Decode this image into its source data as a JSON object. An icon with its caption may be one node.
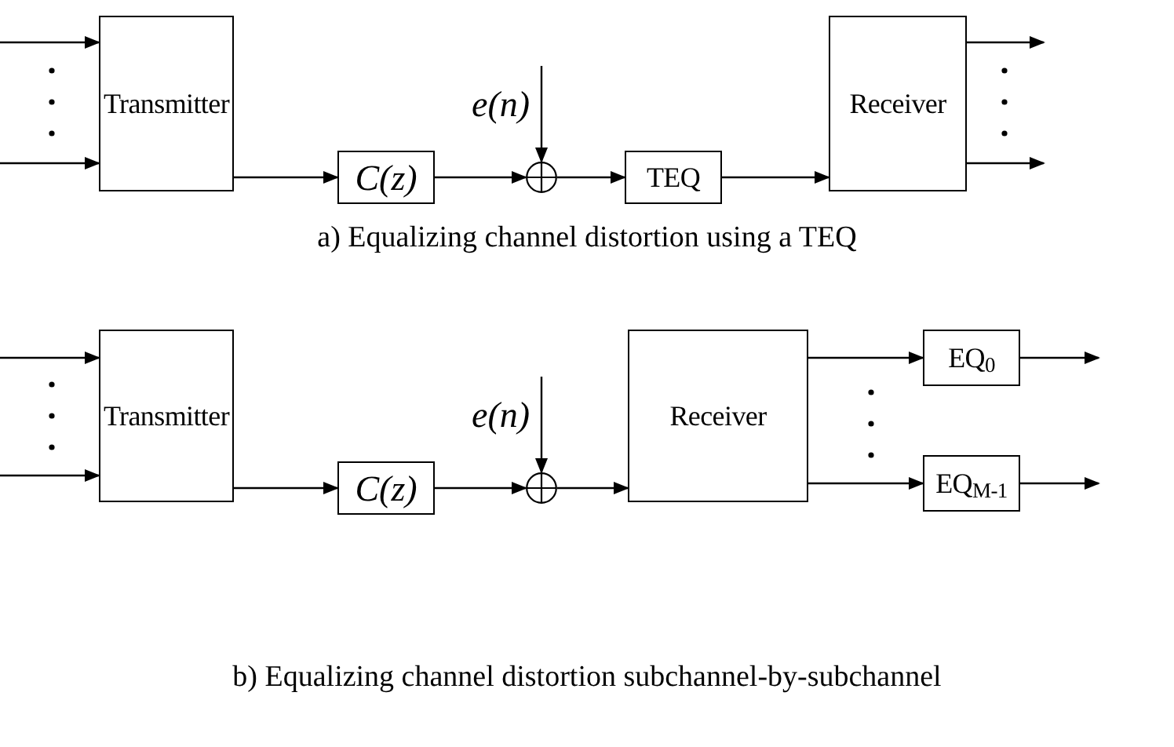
{
  "diagram": {
    "nodes": [
      {
        "text": [
          "Transmitter"
        ]
      },
      {
        "text": [
          "C(z)"
        ]
      },
      {
        "text": [],
        "shape": "circle"
      },
      {
        "text": [
          "e(n)"
        ]
      },
      {
        "text": [
          "TEQ"
        ]
      },
      {
        "text": [
          "Receiver"
        ]
      },
      {
        "text": [
          "Transmitter"
        ]
      },
      {
        "text": [
          "C(z)"
        ]
      },
      {
        "text": [],
        "shape": "circle"
      },
      {
        "text": [
          "e(n)"
        ]
      },
      {
        "text": [
          "Receiver"
        ]
      },
      {
        "text": [
          "EQ$_{0}$"
        ]
      },
      {
        "text": [
          "EQ$_{M-1}$"
        ]
      }
    ],
    "edges": [
      {
        "from": null,
        "to": 0,
        "arrow": "to"
      },
      {
        "from": null,
        "to": 0,
        "arrow": "to"
      },
      {
        "from": 0,
        "to": 1,
        "arrow": "to"
      },
      {
        "from": 1,
        "to": 2,
        "arrow": "to"
      },
      {
        "from": 3,
        "to": 2,
        "arrow": "to"
      },
      {
        "from": 2,
        "to": 4,
        "arrow": "to"
      },
      {
        "from": 4,
        "to": 5,
        "arrow": "to"
      },
      {
        "from": 5,
        "to": null,
        "arrow": "to"
      },
      {
        "from": 5,
        "to": null,
        "arrow": "to"
      },
      {
        "from": null,
        "to": 6,
        "arrow": "to"
      },
      {
        "from": null,
        "to": 6,
        "arrow": "to"
      },
      {
        "from": 6,
        "to": 7,
        "arrow": "to"
      },
      {
        "from": 7,
        "to": 8,
        "arrow": "to"
      },
      {
        "from": 9,
        "to": 8,
        "arrow": "to"
      },
      {
        "from": 8,
        "to": 10,
        "arrow": "to"
      },
      {
        "from": 10,
        "to": 11,
        "arrow": "to"
      },
      {
        "from": 10,
        "to": 12,
        "arrow": "to"
      },
      {
        "from": 11,
        "to": null,
        "arrow": "to"
      },
      {
        "from": 12,
        "to": null,
        "arrow": "to"
      }
    ],
    "labels": [
      "a) Equalizing channel distortion using a TEQ",
      "b) Equalizing channel distortion subchannel-by-subchannel"
    ]
  }
}
